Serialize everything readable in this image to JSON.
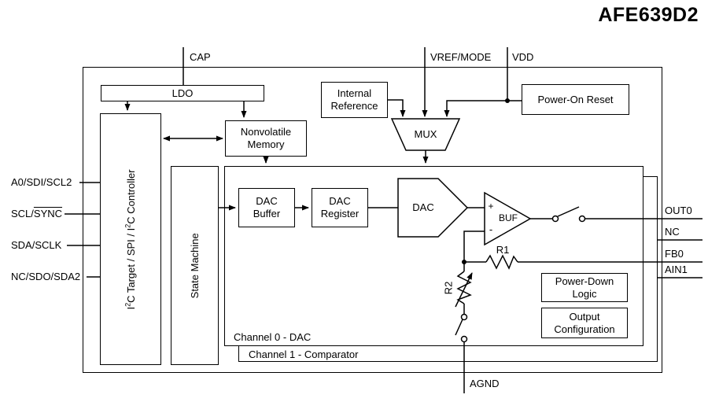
{
  "title": "AFE639D2",
  "colors": {
    "ink": "#000000",
    "background": "#ffffff"
  },
  "pins": {
    "top": [
      "CAP",
      "VREF/MODE",
      "VDD"
    ],
    "left": [
      {
        "label": "A0/SDI/SCL2"
      },
      {
        "prefix": "SCL/",
        "overlined": "SYNC"
      },
      {
        "label": "SDA/SCLK"
      },
      {
        "label": "NC/SDO/SDA2"
      }
    ],
    "right": [
      "OUT0",
      "NC",
      "FB0",
      "AIN1"
    ],
    "bottom": [
      "AGND"
    ]
  },
  "blocks": {
    "ldo": "LDO",
    "internal_reference": {
      "line1": "Internal",
      "line2": "Reference"
    },
    "power_on_reset": "Power-On Reset",
    "mux": "MUX",
    "nonvolatile_memory": {
      "line1": "Nonvolatile",
      "line2": "Memory"
    },
    "serial_interface": {
      "p1": "I",
      "sup1": "2",
      "p2": "C Target / SPI / I",
      "sup2": "2",
      "p3": "C Controller"
    },
    "state_machine": "State Machine",
    "dac_buffer": {
      "line1": "DAC",
      "line2": "Buffer"
    },
    "dac_register": {
      "line1": "DAC",
      "line2": "Register"
    },
    "dac": "DAC",
    "buffer_amp": {
      "label": "BUF",
      "plus": "+",
      "minus": "-"
    },
    "resistor_r1": "R1",
    "resistor_r2": "R2",
    "power_down_logic": {
      "line1": "Power-Down",
      "line2": "Logic"
    },
    "output_configuration": {
      "line1": "Output",
      "line2": "Configuration"
    },
    "channel0": "Channel 0 - DAC",
    "channel1": "Channel 1 - Comparator"
  }
}
